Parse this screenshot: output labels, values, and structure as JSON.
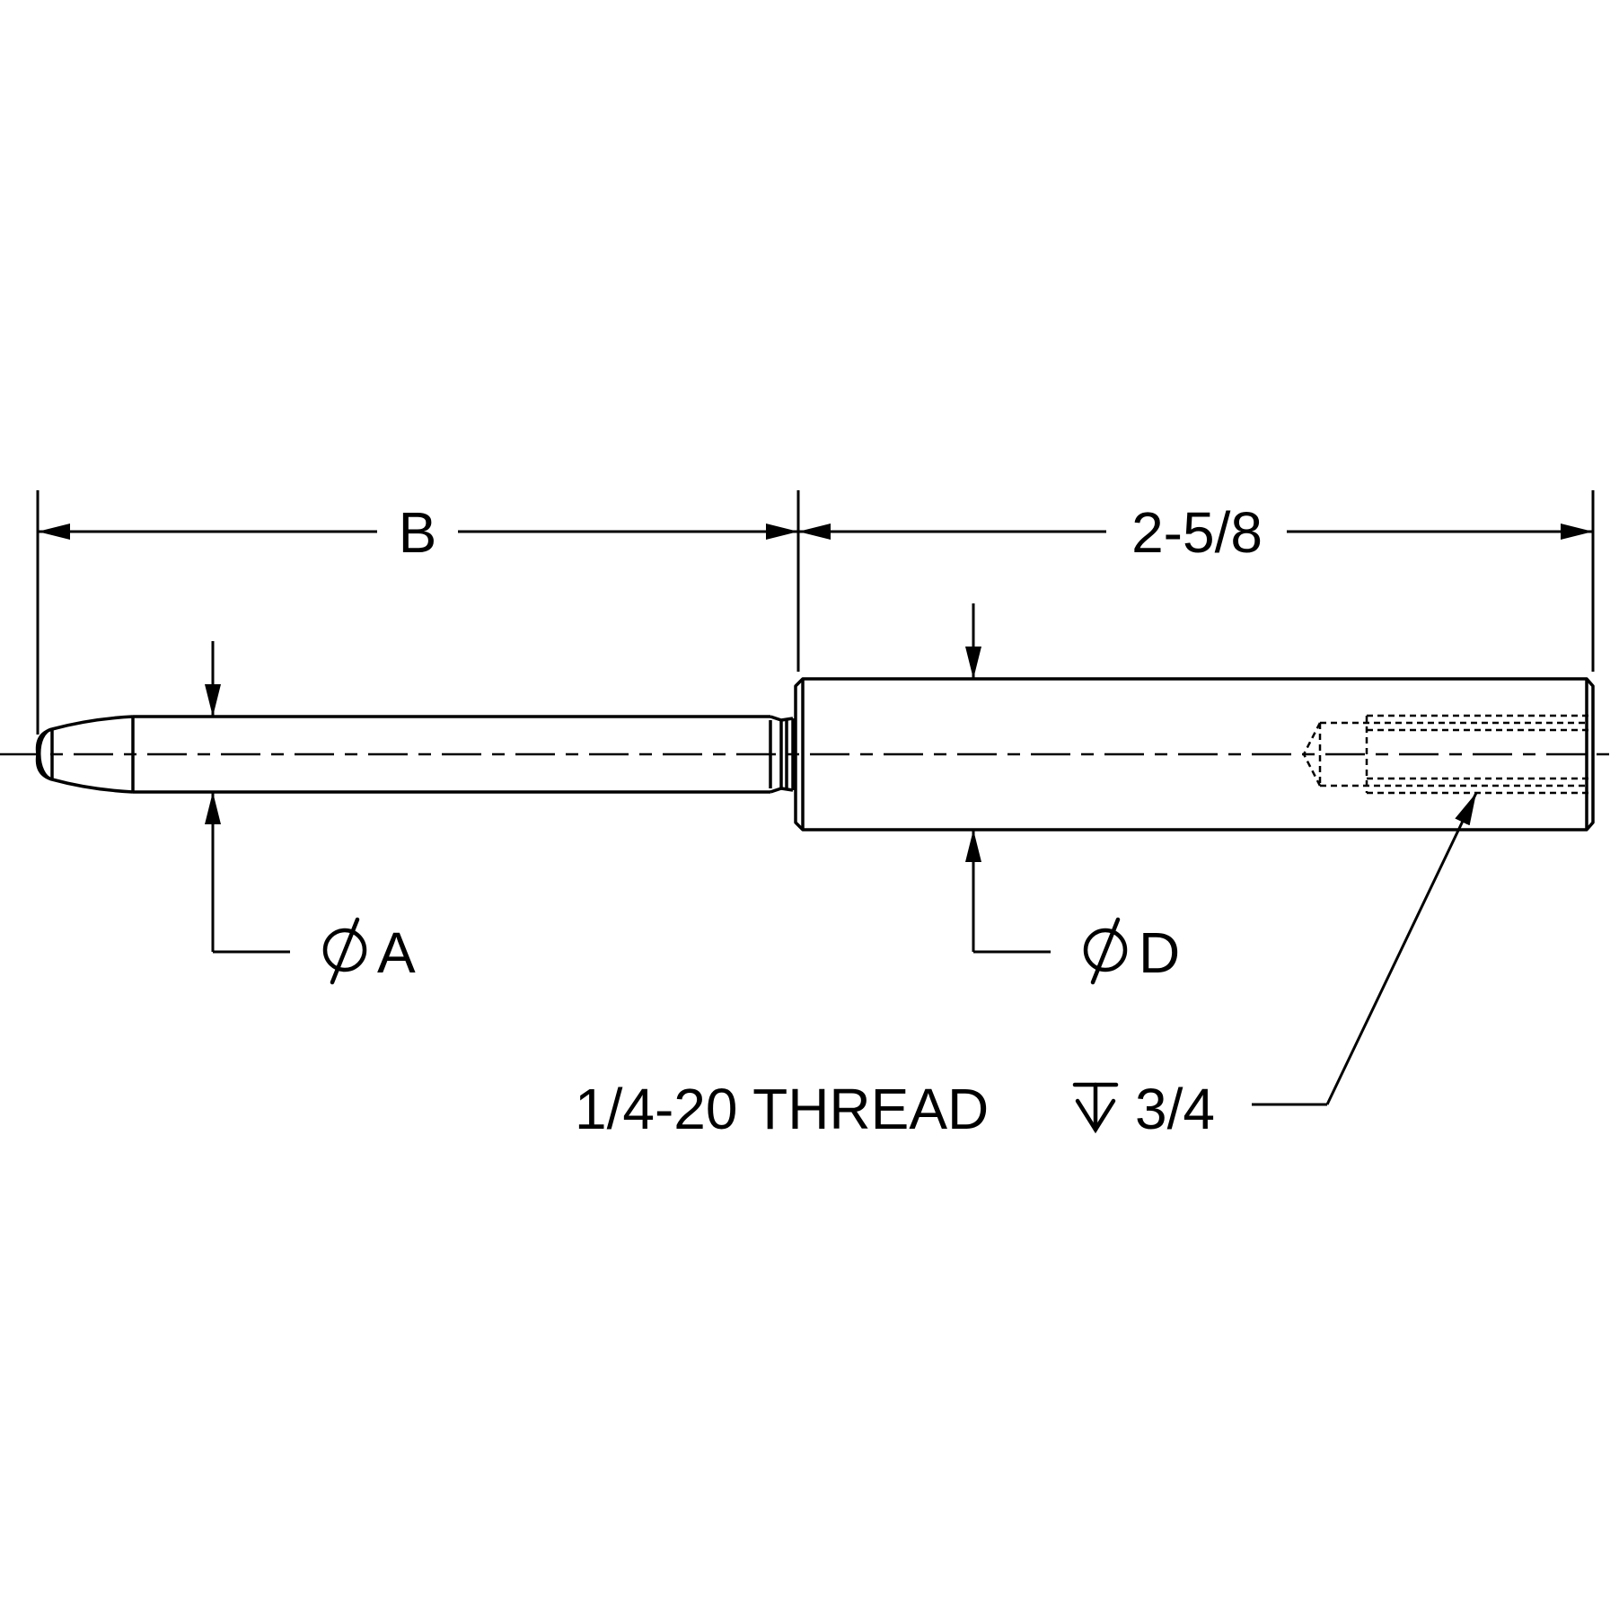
{
  "dimensions": {
    "length_b": "B",
    "length_body": "2-5/8",
    "diameter_a": "A",
    "diameter_d": "D"
  },
  "callout": {
    "thread_spec": "1/4-20 THREAD",
    "depth_value": "3/4"
  },
  "icons": {
    "diameter_symbol": "diameter-icon",
    "depth_symbol": "depth-icon"
  },
  "colors": {
    "line": "#000000",
    "background": "#ffffff"
  }
}
